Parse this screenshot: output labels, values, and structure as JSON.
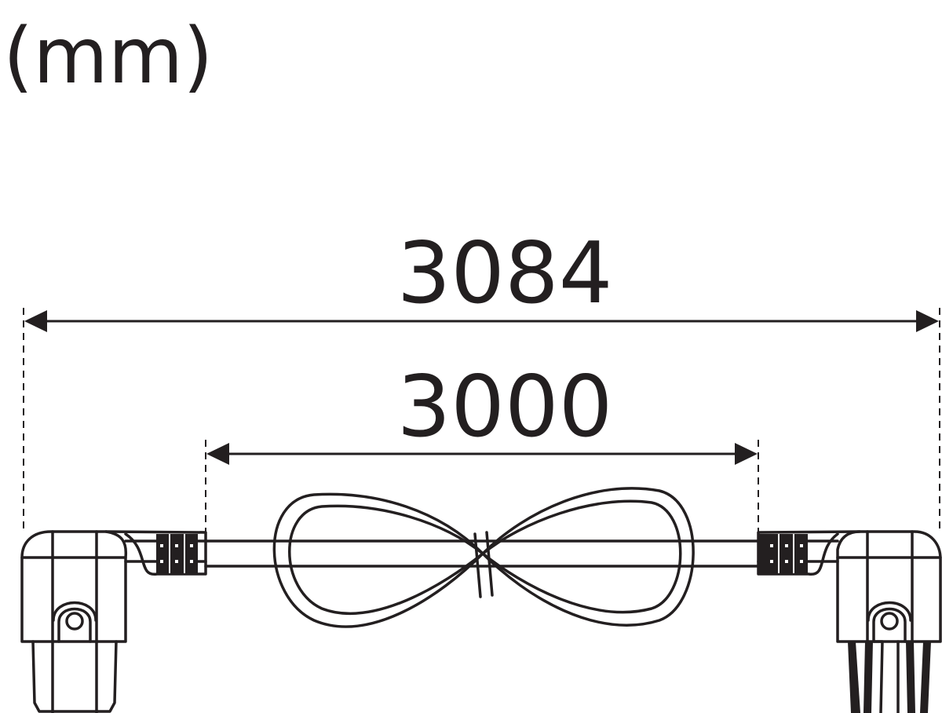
{
  "unit_label": "(mm)",
  "dimensions": {
    "overall_length": "3084",
    "cable_length": "3000"
  },
  "colors": {
    "line": "#231f20",
    "background": "#ffffff"
  }
}
